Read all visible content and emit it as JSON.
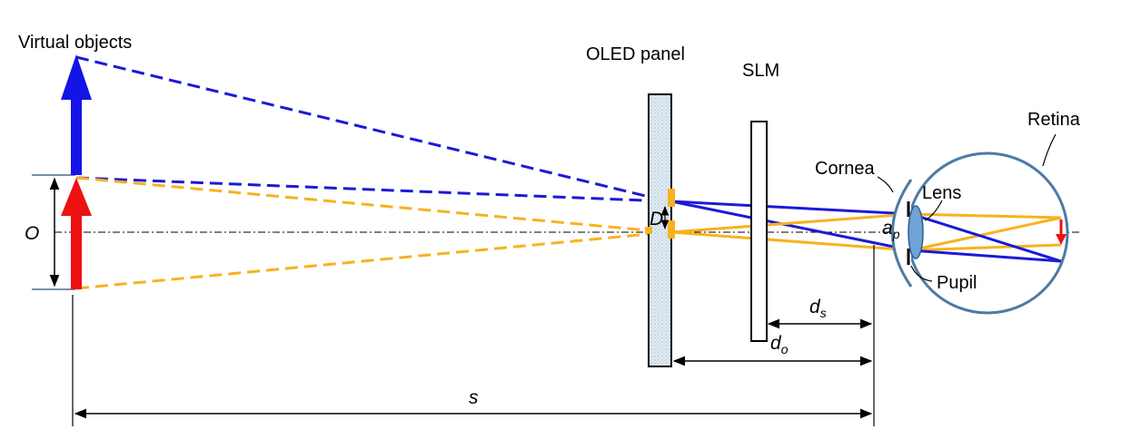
{
  "labels": {
    "virtual_objects": "Virtual objects",
    "oled_panel": "OLED panel",
    "slm": "SLM",
    "retina": "Retina",
    "cornea": "Cornea",
    "lens": "Lens",
    "pupil": "Pupil",
    "object_size": "O",
    "pixel_pitch": "D",
    "pupil_aperture": "a",
    "pupil_aperture_sub": "p",
    "slm_distance": "d",
    "slm_distance_sub": "s",
    "oled_distance": "d",
    "oled_distance_sub": "o",
    "total_distance": "s"
  },
  "colors": {
    "blue_ray": "#1c1ad6",
    "orange_ray": "#f7b21f",
    "red_arrow": "#ee1111",
    "blue_arrow": "#1414e6",
    "eye_outline": "#4d7aa6",
    "lens_fill": "#6fa3d6",
    "panel_fill": "#dbe7f0"
  }
}
